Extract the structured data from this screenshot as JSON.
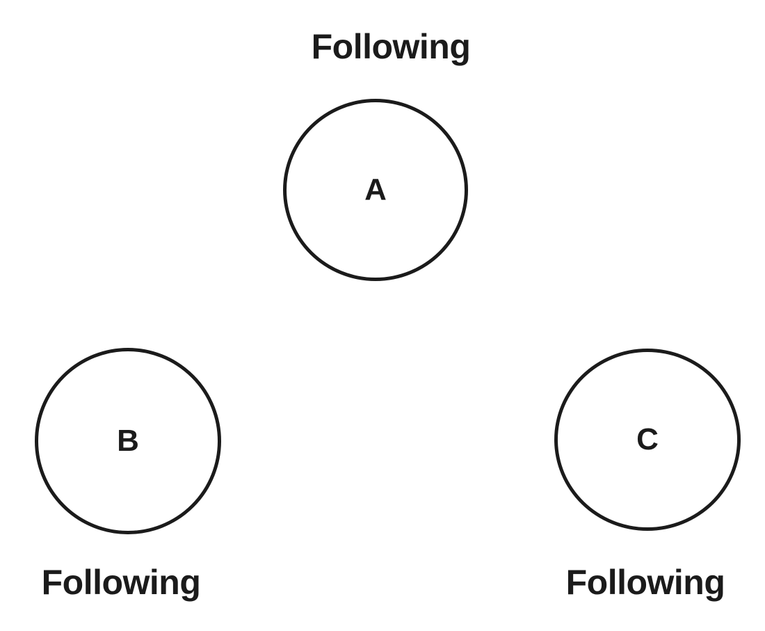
{
  "diagram": {
    "type": "node-diagram",
    "background": "#ffffff",
    "stroke_color": "#1b1b1b",
    "text_color": "#1b1b1b",
    "nodes": [
      {
        "id": "A",
        "label": "A",
        "caption": "Following",
        "caption_position": "above"
      },
      {
        "id": "B",
        "label": "B",
        "caption": "Following",
        "caption_position": "below"
      },
      {
        "id": "C",
        "label": "C",
        "caption": "Following",
        "caption_position": "below"
      }
    ]
  }
}
